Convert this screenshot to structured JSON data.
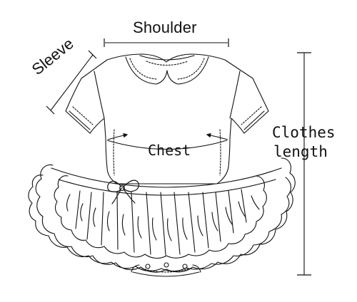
{
  "labels": {
    "shoulder": "Shoulder",
    "sleeve": "Sleeve",
    "chest": "Chest",
    "clothes": "Clothes",
    "length": "length"
  },
  "colors": {
    "ink": "#111111",
    "background": "#ffffff"
  },
  "icons": {
    "garment": "baby-romper-tutu-icon",
    "bow": "bow-icon"
  }
}
